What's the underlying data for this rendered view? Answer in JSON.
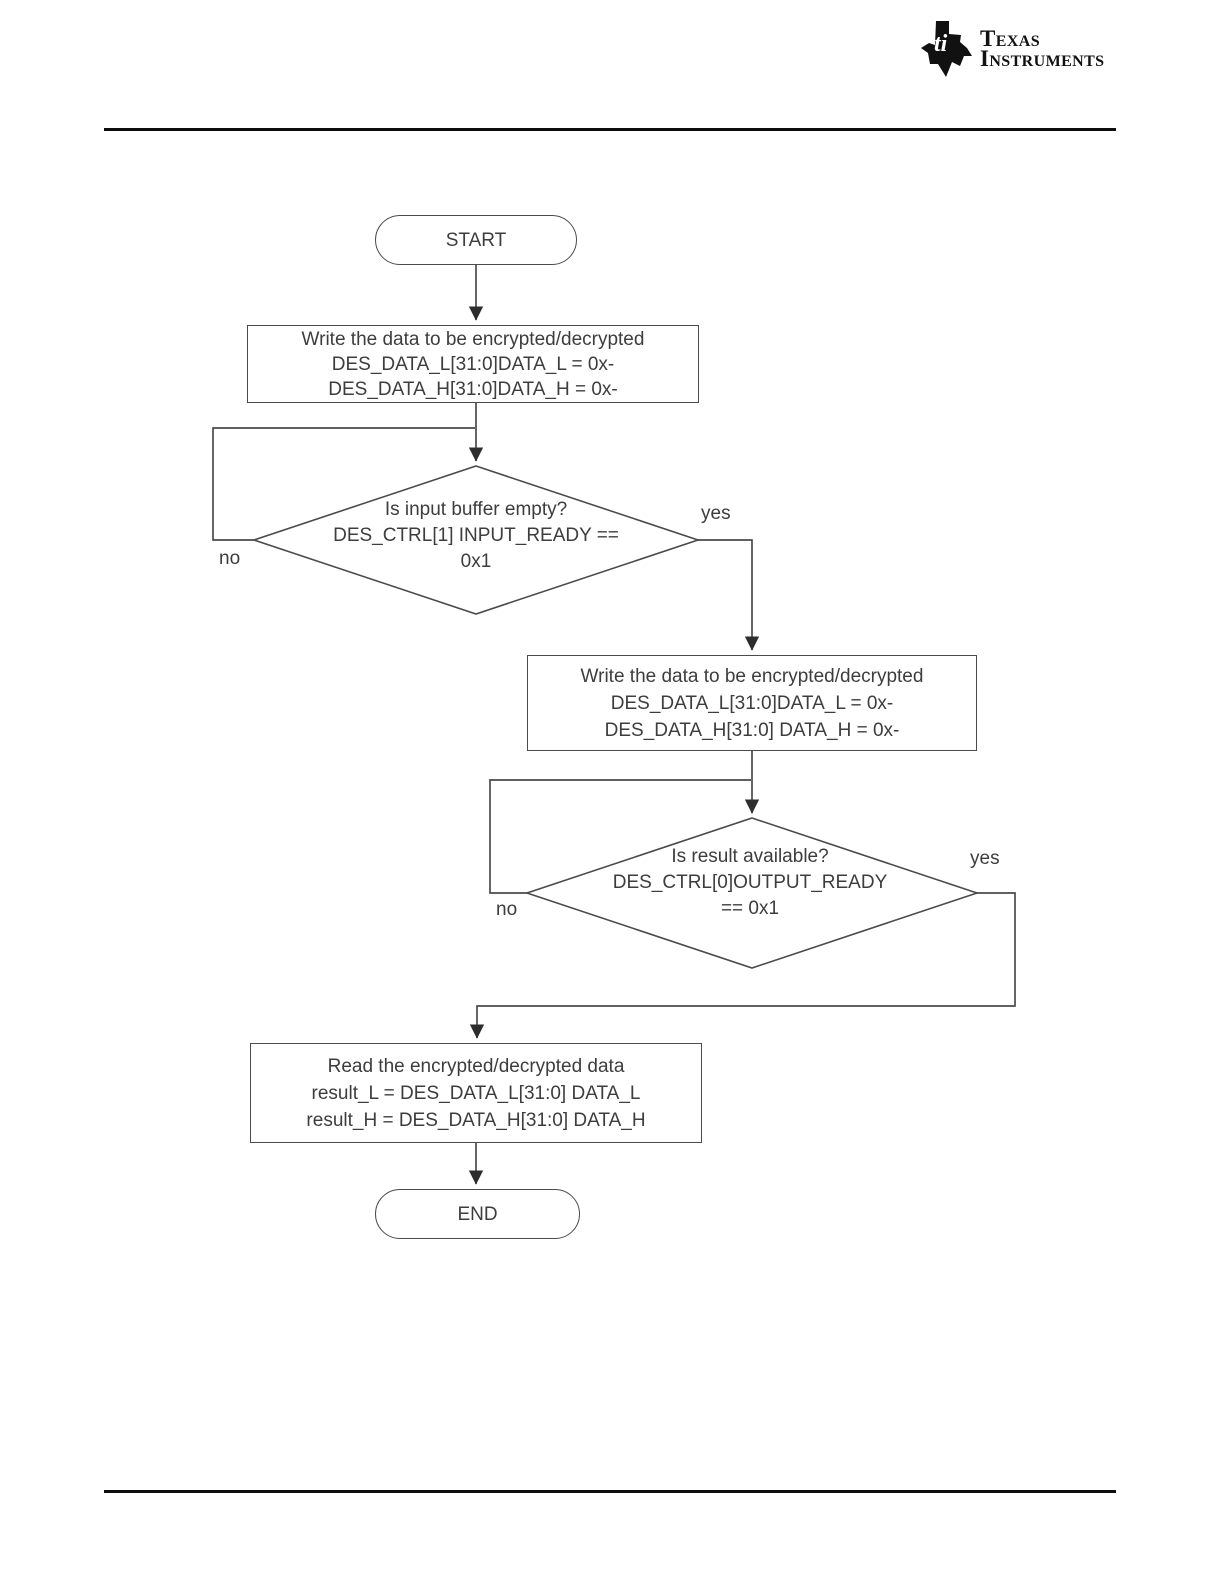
{
  "logo": {
    "line1": "Texas",
    "line2": "Instruments",
    "map_letters": "ti"
  },
  "flowchart": {
    "start_label": "START",
    "end_label": "END",
    "write_box_1": {
      "lines": [
        "Write the data to be encrypted/decrypted",
        "DES_DATA_L[31:0]DATA_L = 0x-",
        "DES_DATA_H[31:0]DATA_H = 0x-"
      ]
    },
    "decision_input": {
      "lines": [
        "Is input buffer empty?",
        "DES_CTRL[1] INPUT_READY ==",
        "0x1"
      ],
      "yes_label": "yes",
      "no_label": "no"
    },
    "write_box_2": {
      "lines": [
        "Write the data to be encrypted/decrypted",
        "DES_DATA_L[31:0]DATA_L = 0x-",
        "DES_DATA_H[31:0] DATA_H = 0x-"
      ]
    },
    "decision_output": {
      "lines": [
        "Is result available?",
        "DES_CTRL[0]OUTPUT_READY",
        "== 0x1"
      ],
      "yes_label": "yes",
      "no_label": "no"
    },
    "read_box": {
      "lines": [
        "Read the encrypted/decrypted data",
        "result_L = DES_DATA_L[31:0] DATA_L",
        "result_H = DES_DATA_H[31:0] DATA_H"
      ]
    }
  },
  "colors": {
    "line": "#4b4b4b",
    "arrowhead": "#2d2d2d",
    "text": "#3d3d3d",
    "rule": "#0d0d0d"
  }
}
